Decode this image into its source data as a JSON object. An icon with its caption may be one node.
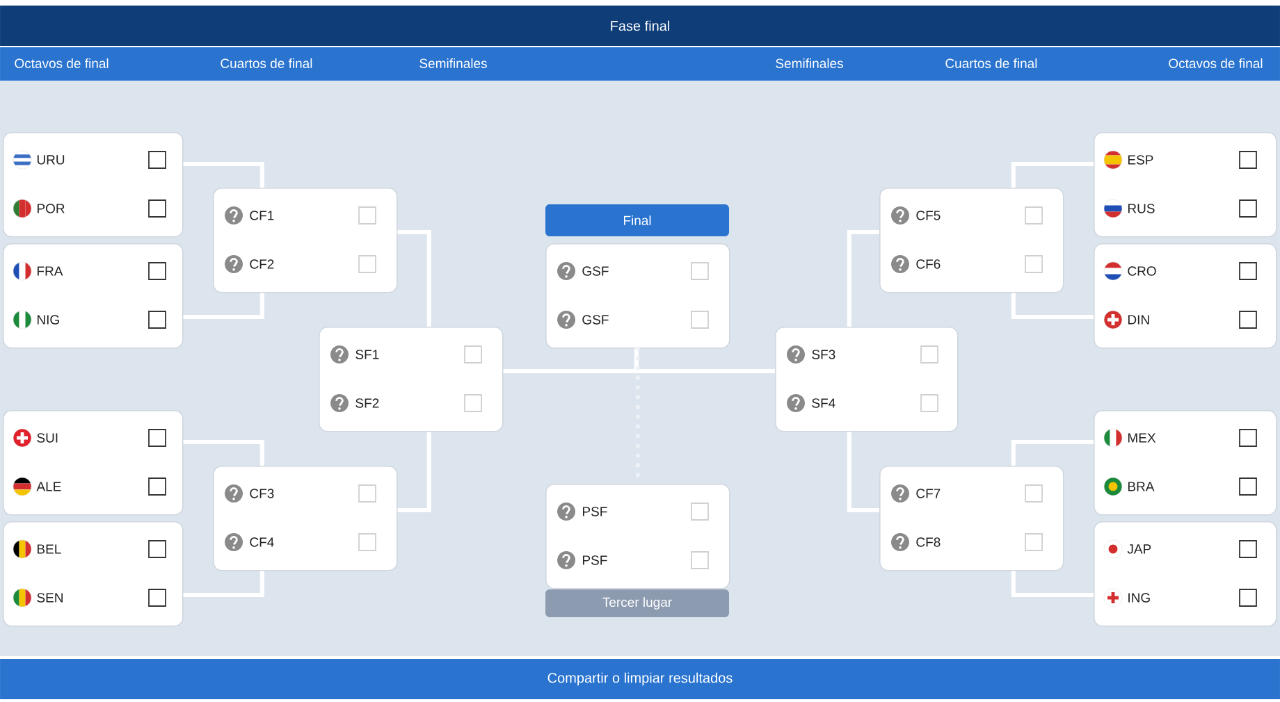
{
  "diagram": {
    "title": "Fase final",
    "nodes": [
      {
        "text": [
          "URU",
          "POR"
        ]
      },
      {
        "text": [
          "FRA",
          "NIG"
        ]
      },
      {
        "text": [
          "SUI",
          "ALE"
        ]
      },
      {
        "text": [
          "BEL",
          "SEN"
        ]
      },
      {
        "text": [
          "CF1",
          "CF2"
        ]
      },
      {
        "text": [
          "CF3",
          "CF4"
        ]
      },
      {
        "text": [
          "SF1",
          "SF2"
        ]
      },
      {
        "text": [
          "Final",
          "GSF",
          "GSF"
        ]
      },
      {
        "text": [
          "PSF",
          "PSF",
          "Tercer lugar"
        ]
      },
      {
        "text": [
          "SF3",
          "SF4"
        ]
      },
      {
        "text": [
          "CF5",
          "CF6"
        ]
      },
      {
        "text": [
          "CF7",
          "CF8"
        ]
      },
      {
        "text": [
          "ESP",
          "RUS"
        ]
      },
      {
        "text": [
          "CRO",
          "DIN"
        ]
      },
      {
        "text": [
          "MEX",
          "BRA"
        ]
      },
      {
        "text": [
          "JAP",
          "ING"
        ]
      }
    ],
    "edges": [
      {
        "from": 0,
        "to": 4,
        "arrow": "none"
      },
      {
        "from": 1,
        "to": 4,
        "arrow": "none"
      },
      {
        "from": 2,
        "to": 5,
        "arrow": "none"
      },
      {
        "from": 3,
        "to": 5,
        "arrow": "none"
      },
      {
        "from": 4,
        "to": 6,
        "arrow": "none"
      },
      {
        "from": 5,
        "to": 6,
        "arrow": "none"
      },
      {
        "from": 6,
        "to": 7,
        "arrow": "none"
      },
      {
        "from": 9,
        "to": 7,
        "arrow": "none"
      },
      {
        "from": 7,
        "to": 8,
        "arrow": "none",
        "style": "dashed"
      },
      {
        "from": 10,
        "to": 9,
        "arrow": "none"
      },
      {
        "from": 11,
        "to": 9,
        "arrow": "none"
      },
      {
        "from": 12,
        "to": 10,
        "arrow": "none"
      },
      {
        "from": 13,
        "to": 10,
        "arrow": "none"
      },
      {
        "from": 14,
        "to": 11,
        "arrow": "none"
      },
      {
        "from": 15,
        "to": 11,
        "arrow": "none"
      }
    ],
    "labels": [
      "Octavos de final",
      "Cuartos de final",
      "Semifinales",
      "Semifinales",
      "Cuartos de final",
      "Octavos de final",
      "Compartir o limpiar resultados"
    ]
  }
}
